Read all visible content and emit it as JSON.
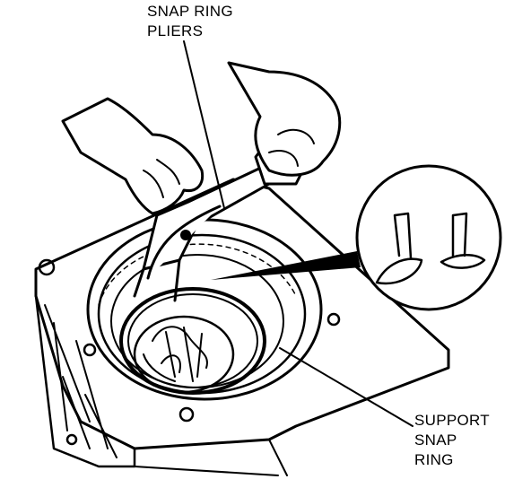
{
  "labels": {
    "snap_ring_pliers": [
      "SNAP RING",
      "PLIERS"
    ],
    "support_snap_ring": [
      "SUPPORT",
      "SNAP",
      "RING"
    ]
  }
}
